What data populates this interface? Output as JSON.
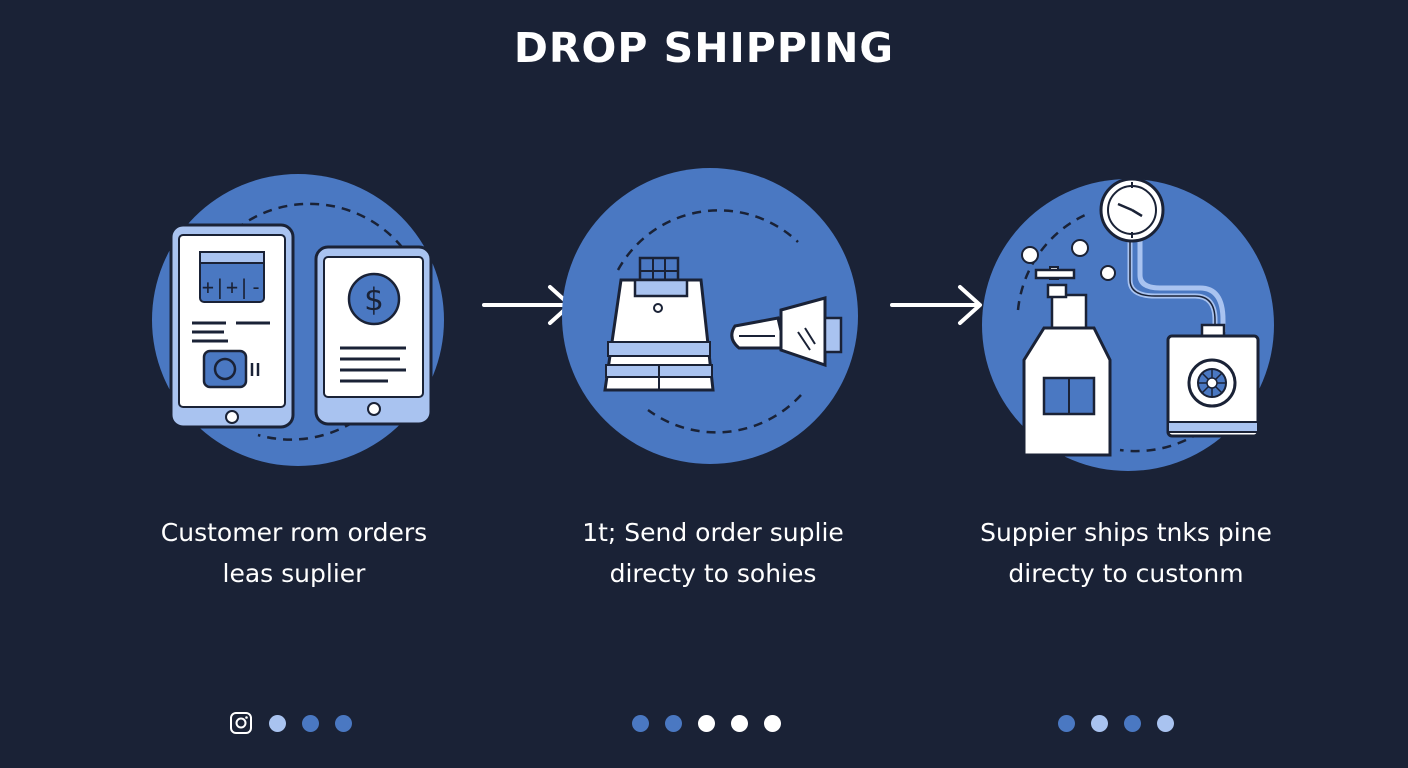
{
  "title": "DROP SHIPPING",
  "colors": {
    "background": "#1a2236",
    "circle": "#4a78c2",
    "light_blue": "#a9c3f0",
    "white": "#ffffff"
  },
  "steps": [
    {
      "icon": "tablets-order-icon",
      "caption_line1": "Customer rom orders",
      "caption_line2": "leas suplier",
      "tablet_screen_text": "+|+|-",
      "currency_symbol": "$"
    },
    {
      "icon": "register-and-scanner-icon",
      "caption_line1": "1t; Send order suplie",
      "caption_line2": "directy to sohies"
    },
    {
      "icon": "bottle-and-box-icon",
      "caption_line1": "Suppier ships tnks pine",
      "caption_line2": "directy to custonm"
    }
  ],
  "footer": {
    "group1": {
      "icon": "instagram-icon",
      "dots": [
        "light",
        "mid",
        "mid"
      ]
    },
    "group2": {
      "dots": [
        "mid",
        "mid",
        "white",
        "white",
        "white"
      ]
    },
    "group3": {
      "dots": [
        "mid",
        "light",
        "mid",
        "light"
      ]
    }
  }
}
